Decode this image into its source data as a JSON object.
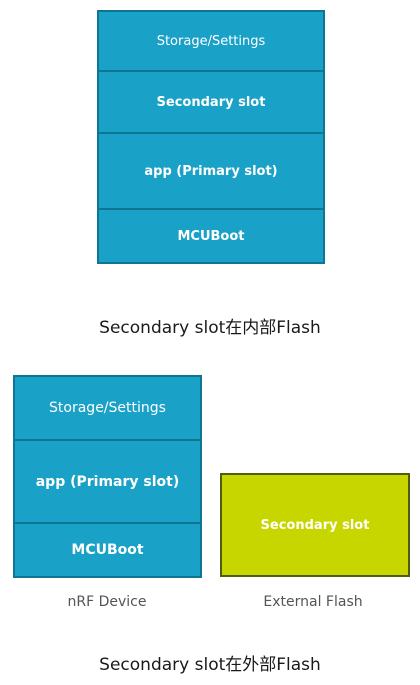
{
  "internal_layout": {
    "blocks": [
      "Storage/Settings",
      "Secondary slot",
      "app (Primary slot)",
      "MCUBoot"
    ],
    "caption": "Secondary slot在内部Flash"
  },
  "external_layout": {
    "device_blocks": [
      "Storage/Settings",
      "app (Primary slot)",
      "MCUBoot"
    ],
    "external_block": "Secondary slot",
    "device_label": "nRF Device",
    "external_label": "External Flash",
    "caption": "Secondary slot在外部Flash"
  },
  "colors": {
    "slot_blue": "#1aa1c7",
    "slot_border": "#0e7592",
    "external_green": "#c8d600",
    "external_border": "#4f5c12"
  }
}
